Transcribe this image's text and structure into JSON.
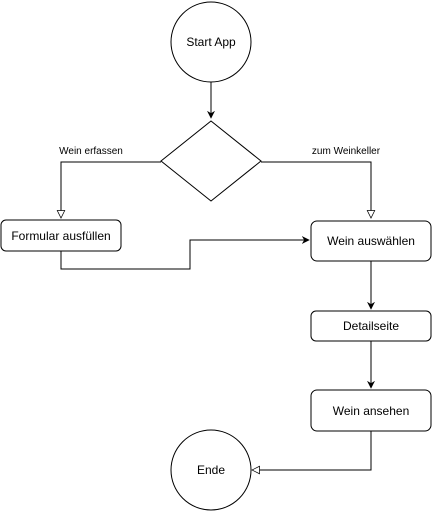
{
  "diagram": {
    "nodes": {
      "start": "Start App",
      "decision": "",
      "formular": "Formular ausfüllen",
      "wein_auswaehlen": "Wein auswählen",
      "detailseite": "Detailseite",
      "wein_ansehen": "Wein ansehen",
      "ende": "Ende"
    },
    "edge_labels": {
      "left": "Wein erfassen",
      "right": "zum Weinkeller"
    },
    "colors": {
      "stroke": "#000000",
      "fill": "#ffffff",
      "text": "#000000"
    }
  }
}
